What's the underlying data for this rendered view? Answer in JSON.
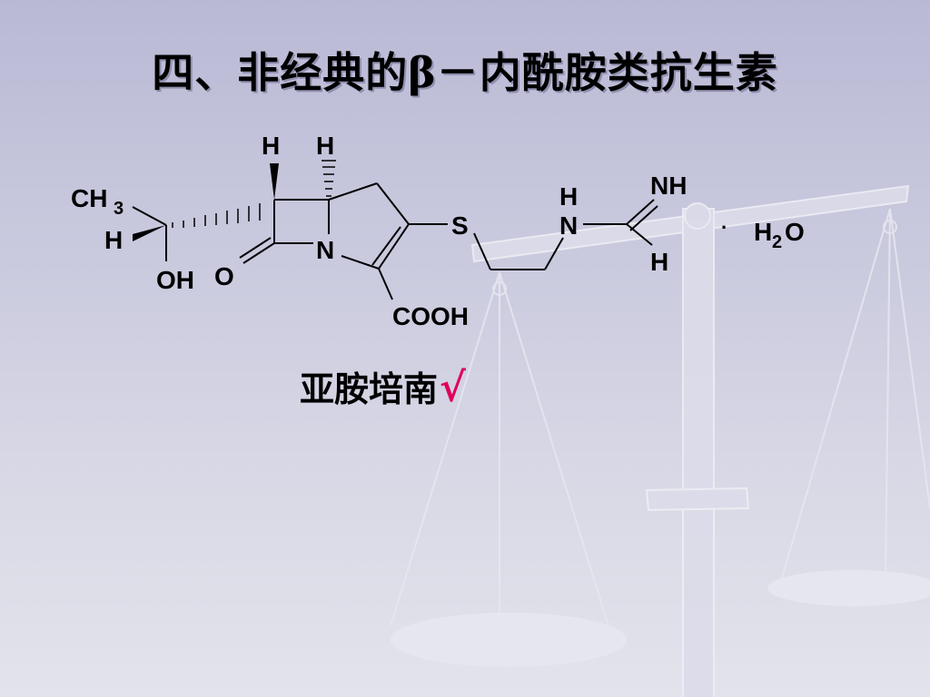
{
  "slide": {
    "title": "四、非经典的β－内酰胺类抗生素",
    "caption": "亚胺培南",
    "check_mark": "√"
  },
  "structure": {
    "atoms": {
      "h_top_left": "H",
      "h_top_right": "H",
      "ch3": "CH",
      "ch3_sub": "3",
      "h_left": "H",
      "oh": "OH",
      "o_carbonyl": "O",
      "n_ring": "N",
      "s": "S",
      "cooh": "COOH",
      "nh_h": "H",
      "nh_n": "N",
      "imine_nh": "NH",
      "h_bottom": "H",
      "dot": "·",
      "water_h": "H",
      "water_sub": "2",
      "water_o": "O"
    }
  },
  "colors": {
    "accent": "#e0005a",
    "background": "#c9c9de"
  },
  "icons": {
    "background": "balance-scale-watermark"
  }
}
